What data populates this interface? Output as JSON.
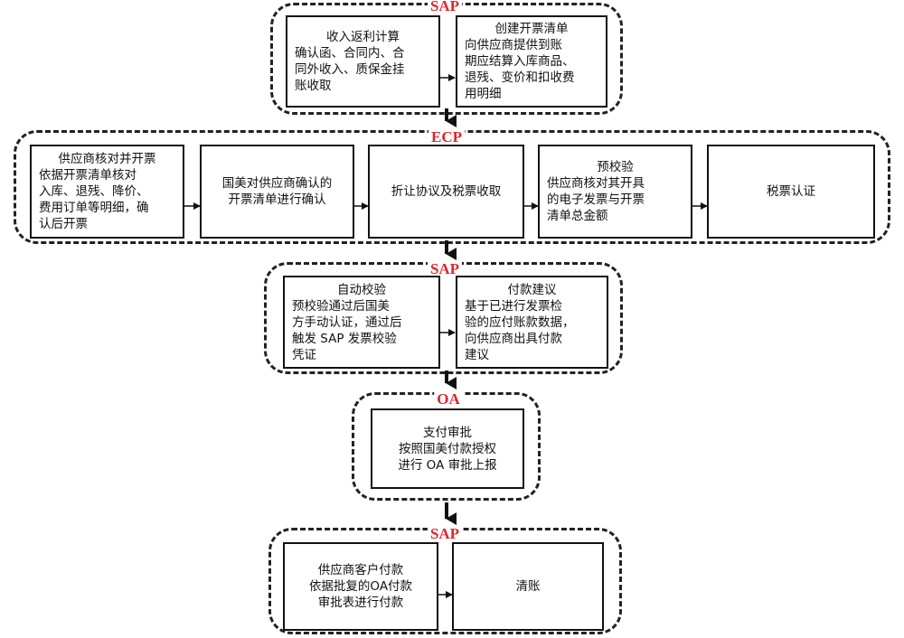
{
  "groups": [
    {
      "label": "SAP"
    },
    {
      "label": "ECP"
    },
    {
      "label": "SAP"
    },
    {
      "label": "OA"
    },
    {
      "label": "SAP"
    }
  ],
  "boxes": {
    "rebate_calc": {
      "lines": [
        "收入返利计算",
        "确认函、合同内、合",
        "同外收入、质保金挂",
        "账收取"
      ]
    },
    "create_invoice_list": {
      "lines": [
        "创建开票清单",
        "向供应商提供到账",
        "期应结算入库商品、",
        "退残、变价和扣收费",
        "用明细"
      ]
    },
    "supplier_check": {
      "lines": [
        "供应商核对并开票",
        "依据开票清单核对",
        "入库、退残、降价、",
        "费用订单等明细，确",
        "认后开票"
      ]
    },
    "gome_confirm": {
      "lines": [
        "国美对供应商确认的",
        "开票清单进行确认"
      ]
    },
    "discount_tax": {
      "lines": [
        "折让协议及税票收取"
      ]
    },
    "pre_verify": {
      "lines": [
        "预校验",
        "供应商核对其开具",
        "的电子发票与开票",
        "清单总金额"
      ]
    },
    "tax_cert": {
      "lines": [
        "税票认证"
      ]
    },
    "auto_verify": {
      "lines": [
        "自动校验",
        "预校验通过后国美",
        "方手动认证，通过后",
        "触发 SAP 发票校验",
        "凭证"
      ]
    },
    "payment_suggest": {
      "lines": [
        "付款建议",
        "基于已进行发票检",
        "验的应付账款数据，",
        "向供应商出具付款",
        "建议"
      ]
    },
    "payment_approval": {
      "lines": [
        "支付审批",
        "按照国美付款授权",
        "进行 OA 审批上报"
      ]
    },
    "supplier_payment": {
      "lines": [
        "供应商客户付款",
        "依据批复的OA付款",
        "审批表进行付款"
      ]
    },
    "clear_account": {
      "lines": [
        "清账"
      ]
    }
  }
}
